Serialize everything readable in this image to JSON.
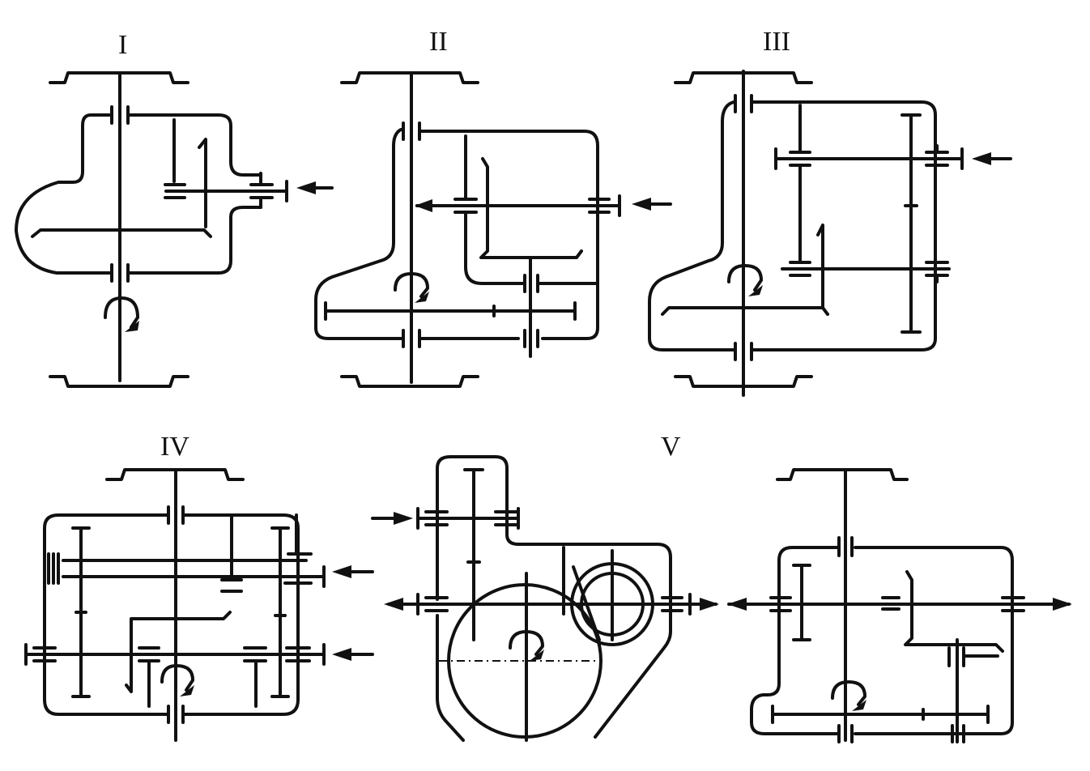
{
  "figure": {
    "labels": [
      "I",
      "II",
      "III",
      "IV",
      "V"
    ]
  }
}
